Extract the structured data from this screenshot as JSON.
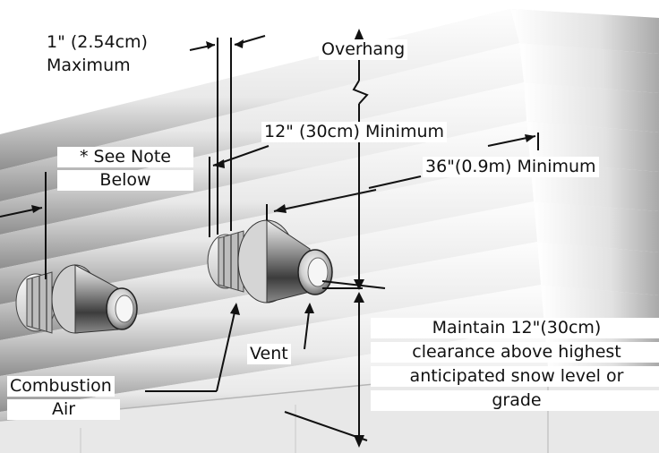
{
  "labels": {
    "max_gap_line1": "1\" (2.54cm)",
    "max_gap_line2": "Maximum",
    "overhang": "Overhang",
    "note_line1": "* See Note",
    "note_line2": "Below",
    "clear_12_min": "12\" (30cm) Minimum",
    "clear_36_min": "36\"(0.9m) Minimum",
    "vent": "Vent",
    "combustion_line1": "Combustion",
    "combustion_line2": "Air",
    "snow_line1": "Maintain 12\"(30cm)",
    "snow_line2": "clearance above highest",
    "snow_line3": "anticipated snow level or",
    "snow_line4": "grade"
  },
  "colors": {
    "siding_light": "#f4f4f4",
    "siding_shadow": "#8c8c8c",
    "metal_dark": "#3a3a3a",
    "metal_light": "#e6e6e6",
    "line": "#111111"
  }
}
